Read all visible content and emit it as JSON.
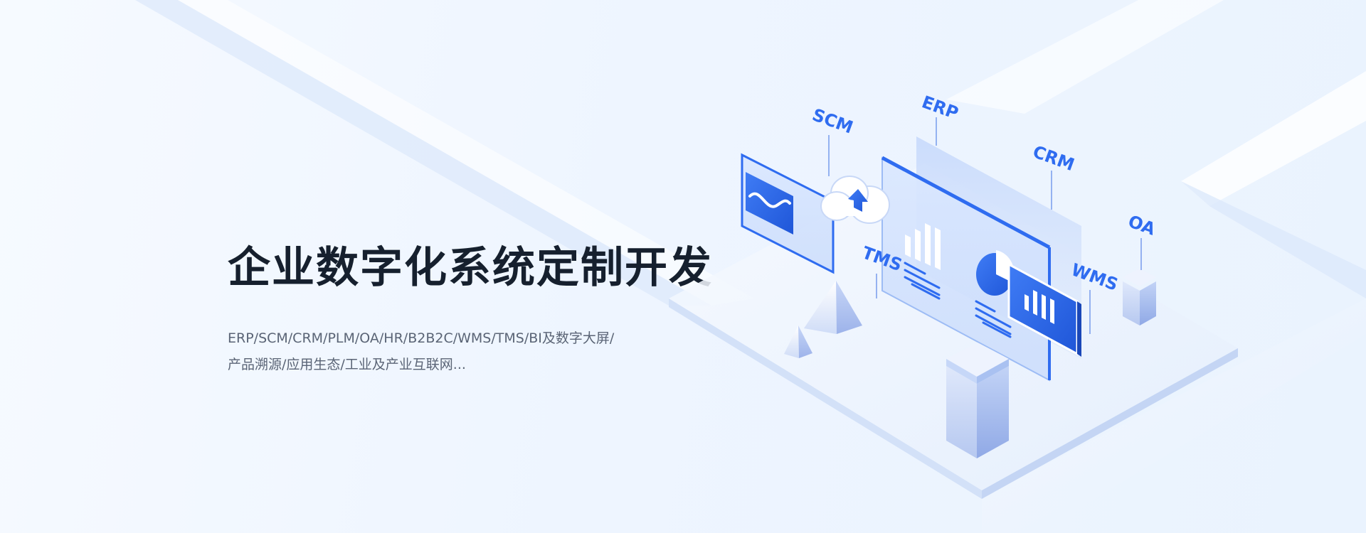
{
  "hero": {
    "title": "企业数字化系统定制开发",
    "subtitle_lines": [
      "ERP/SCM/CRM/PLM/OA/HR/B2B2C/WMS/TMS/BI及数字大屏/",
      "产品溯源/应用生态/工业及产业互联网..."
    ]
  },
  "illustration": {
    "labels": {
      "scm": "SCM",
      "erp": "ERP",
      "crm": "CRM",
      "oa": "OA",
      "tms": "TMS",
      "wms": "WMS"
    },
    "icons": [
      "wave-chart-icon",
      "cloud-upload-icon",
      "bar-chart-icon",
      "pie-chart-icon",
      "text-lines-icon"
    ]
  },
  "colors": {
    "accent": "#2f6cf0",
    "accent_dark": "#1f56d8",
    "title": "#16202e",
    "subtitle": "#5a6475",
    "background": "#eef5ff"
  }
}
